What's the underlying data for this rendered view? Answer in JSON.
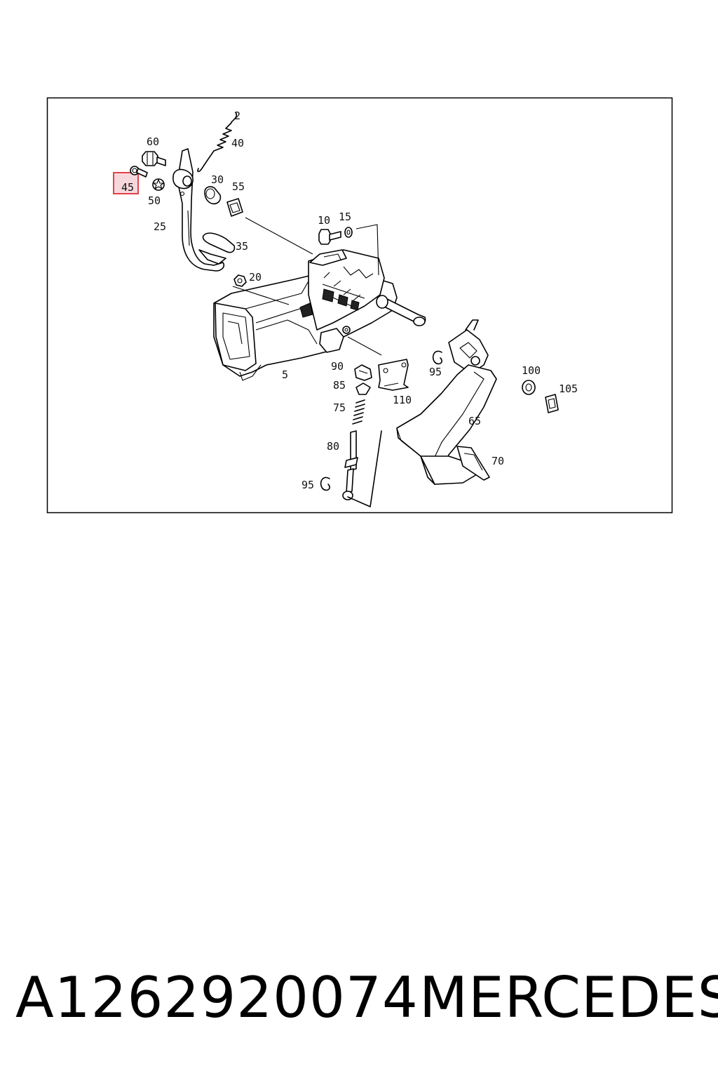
{
  "diagram": {
    "labels": {
      "l2": "2",
      "l40": "40",
      "l60": "60",
      "l45": "45",
      "l50": "50",
      "l30": "30",
      "l55": "55",
      "l25": "25",
      "l35": "35",
      "l10": "10",
      "l15": "15",
      "l20": "20",
      "l5": "5",
      "l90": "90",
      "l85": "85",
      "l75": "75",
      "l80": "80",
      "l95a": "95",
      "l95b": "95",
      "l110": "110",
      "l65": "65",
      "l70": "70",
      "l100": "100",
      "l105": "105"
    },
    "highlighted_label": "45",
    "highlight_color": "#e0303a"
  },
  "caption": {
    "part_number": "A1262920074",
    "brand": "MERCEDES"
  }
}
